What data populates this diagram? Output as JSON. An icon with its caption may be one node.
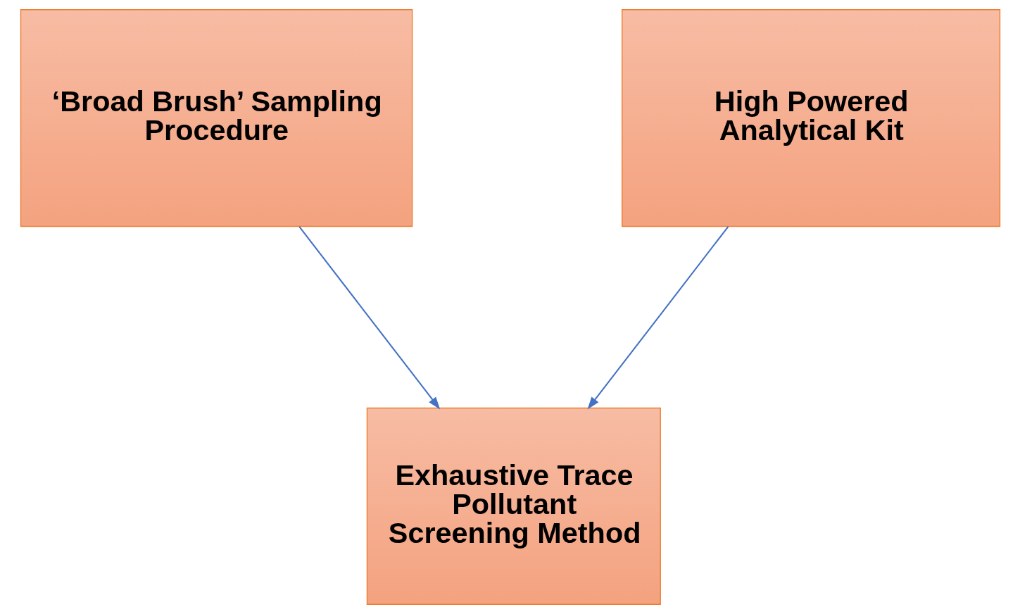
{
  "diagram": {
    "nodes": [
      {
        "text": [
          "‘Broad Brush’ Sampling Procedure"
        ]
      },
      {
        "text": [
          "High Powered Analytical Kit"
        ]
      },
      {
        "text": [
          "Exhaustive Trace Pollutant Screening Method"
        ]
      }
    ],
    "edges": [
      {
        "from": 0,
        "to": 2,
        "arrow": "to"
      },
      {
        "from": 1,
        "to": 2,
        "arrow": "to"
      }
    ]
  }
}
